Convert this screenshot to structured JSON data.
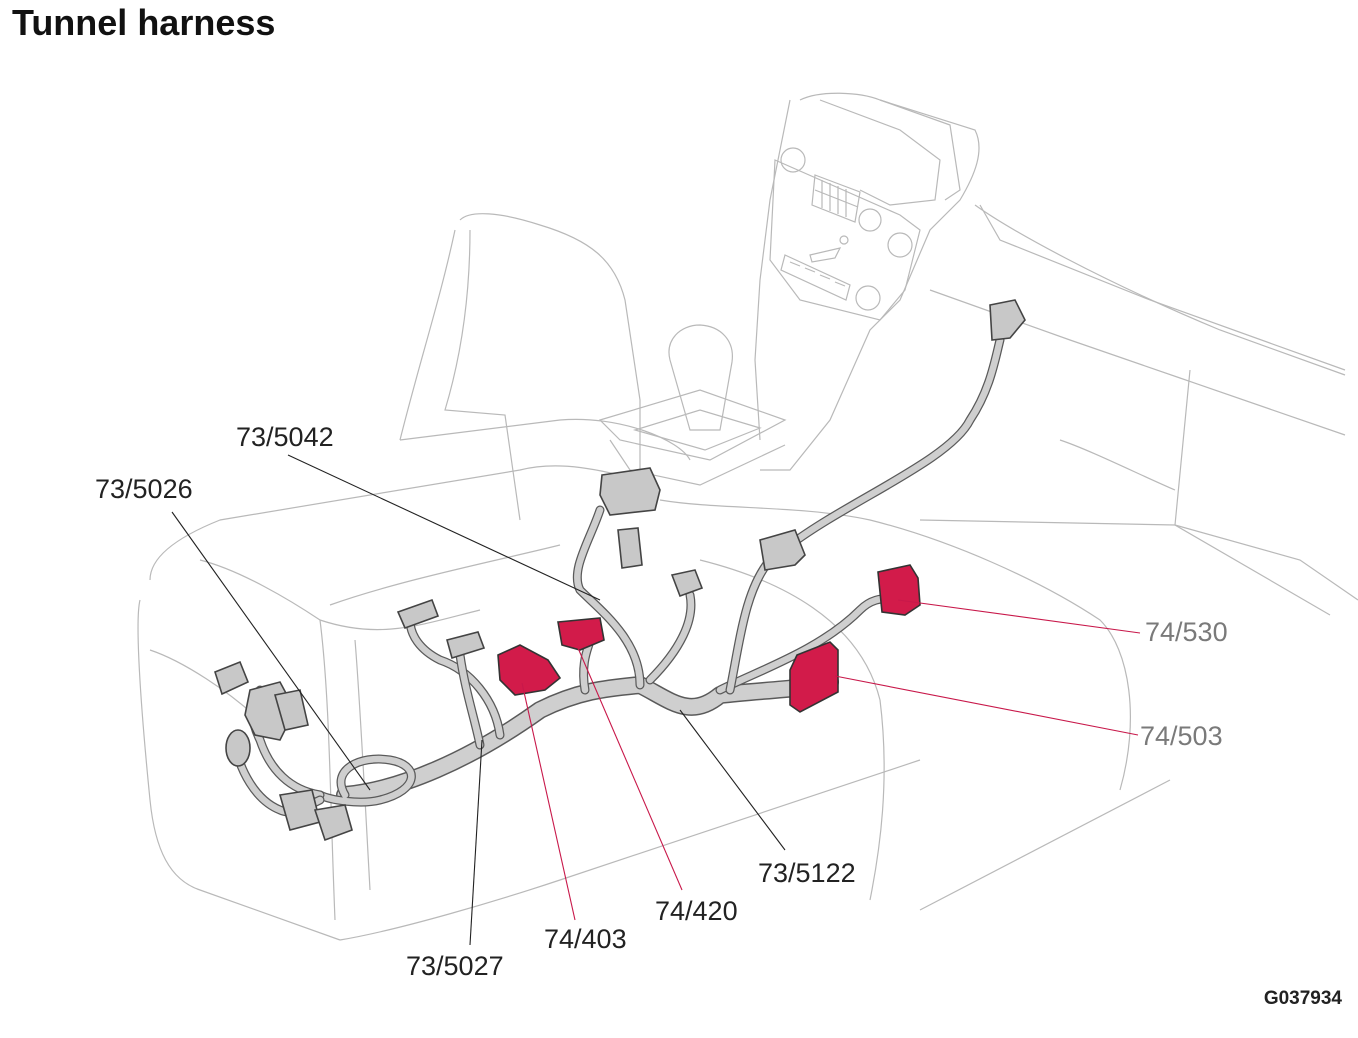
{
  "title": "Tunnel harness",
  "figure_id": "G037934",
  "labels": {
    "c73_5042": "73/5042",
    "c73_5026": "73/5026",
    "c73_5027": "73/5027",
    "c74_403": "74/403",
    "c74_420": "74/420",
    "c73_5122": "73/5122",
    "c74_530": "74/530",
    "c74_503": "74/503"
  },
  "colors": {
    "highlight_connector": "#d21b4a",
    "harness": "#cfcfcf",
    "label_dark": "#222222",
    "label_grey": "#7a7a7a"
  }
}
